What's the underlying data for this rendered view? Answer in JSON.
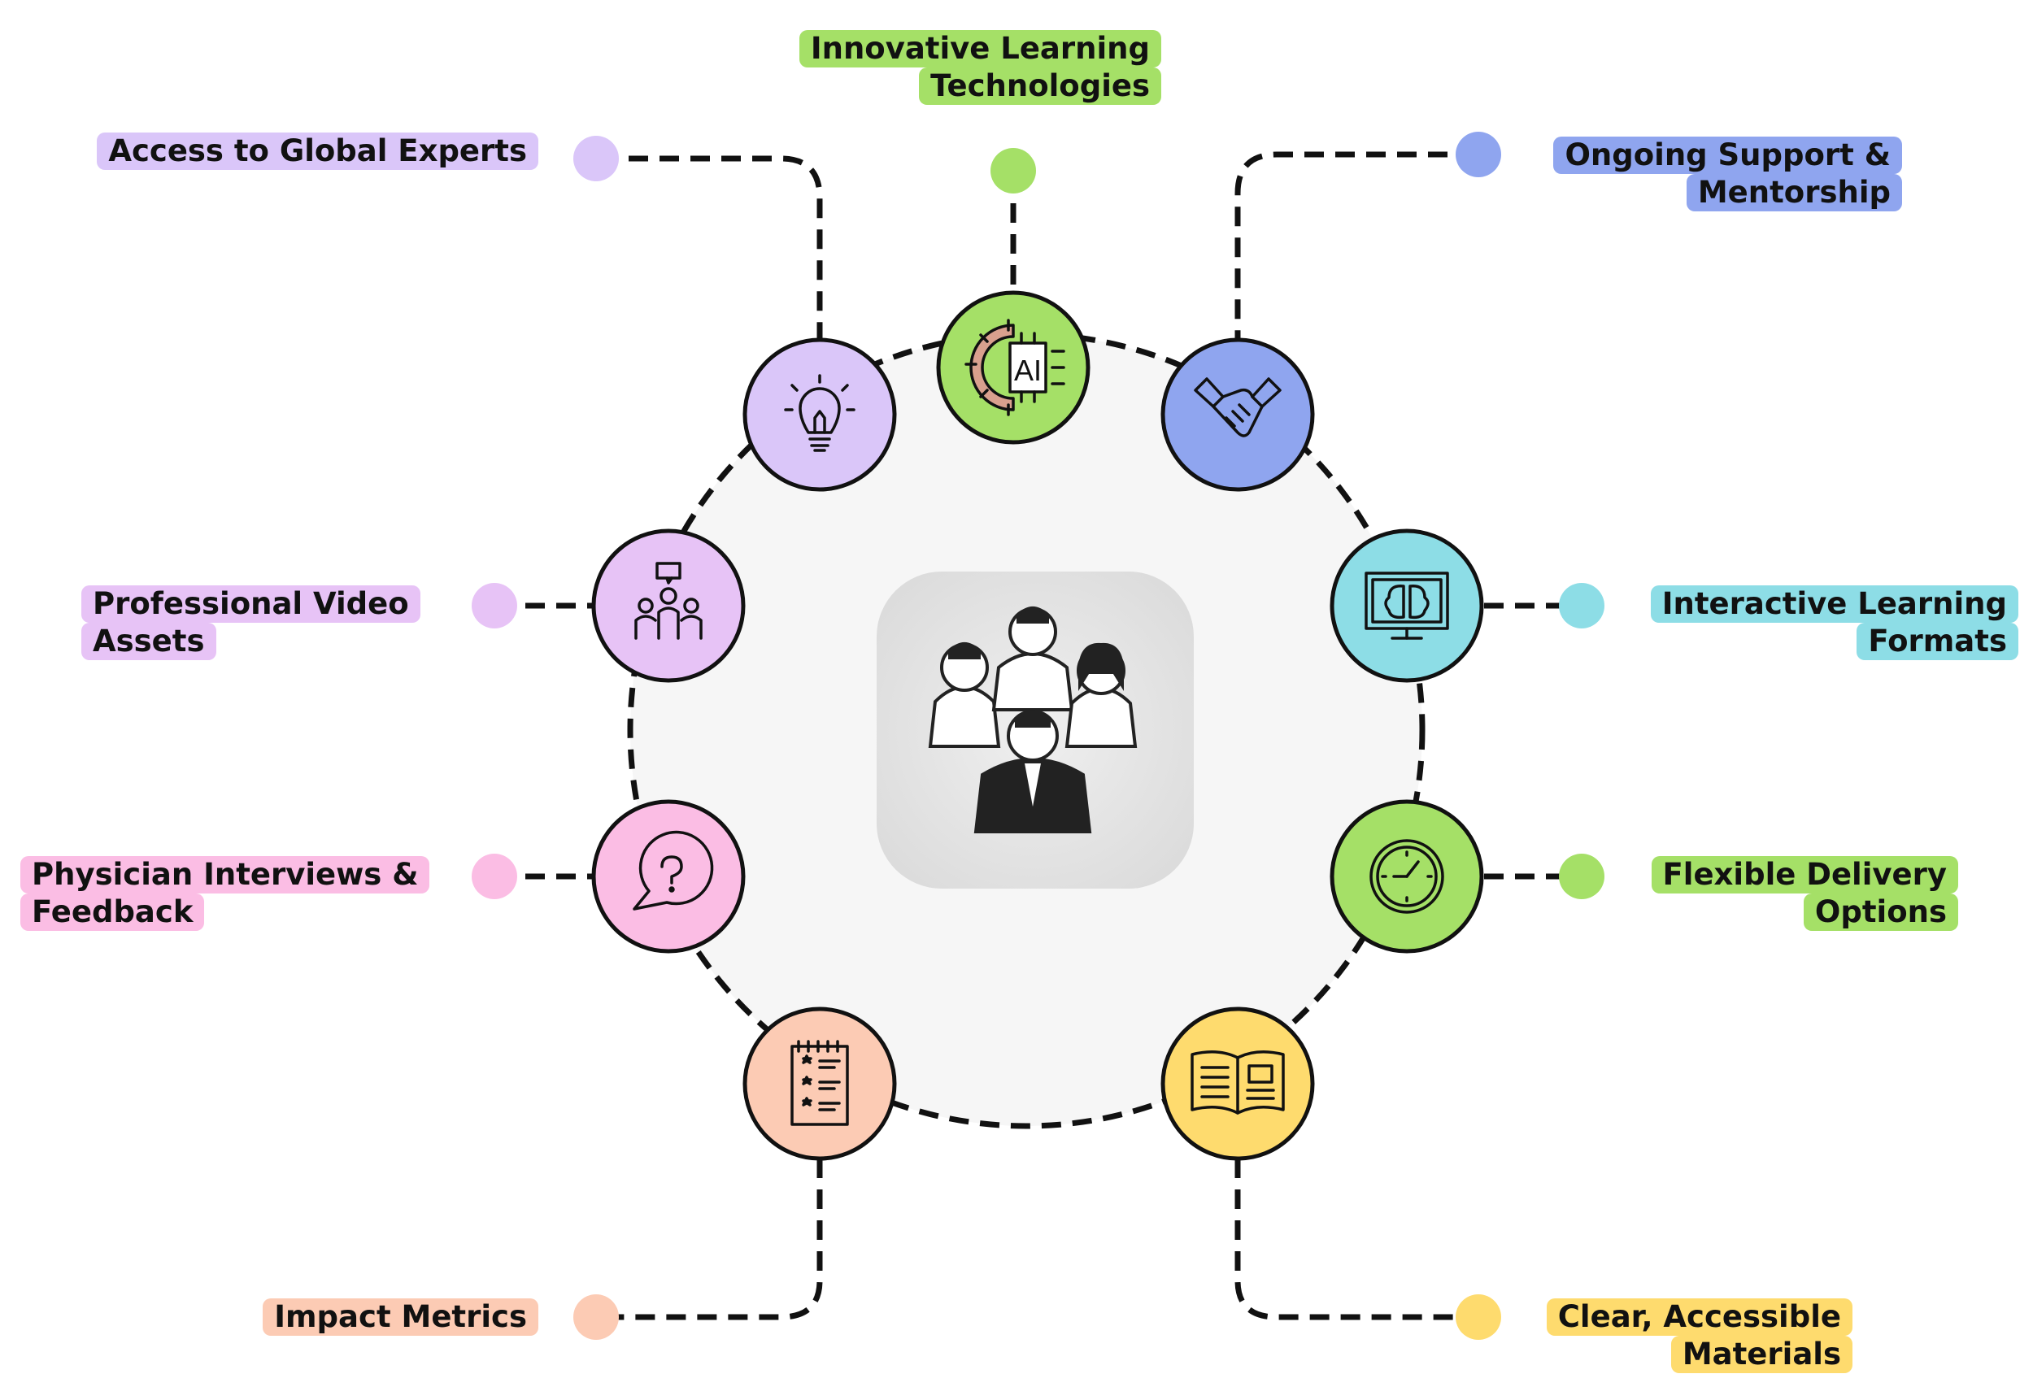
{
  "colors": {
    "purple_light": "#dac6f9",
    "green": "#a5e067",
    "blue": "#8fa5ef",
    "cyan": "#8ddde6",
    "lime": "#a5e067",
    "yellow": "#fedb6e",
    "peach": "#fccbb4",
    "pink": "#fbbde4",
    "violet": "#e7c3f6",
    "ring_fill": "#f6f6f6"
  },
  "center": {
    "icon": "medical-team-icon"
  },
  "nodes": [
    {
      "id": "access-to-global-experts",
      "label_lines": [
        "Access to Global Experts"
      ],
      "icon": "lightbulb-icon",
      "color": "#dac6f9"
    },
    {
      "id": "innovative-learning-technologies",
      "label_lines": [
        "Innovative Learning",
        "Technologies"
      ],
      "icon": "ai-chip-gear-icon",
      "color": "#a5e067"
    },
    {
      "id": "ongoing-support-mentorship",
      "label_lines": [
        "Ongoing Support &",
        "Mentorship"
      ],
      "icon": "handshake-icon",
      "color": "#8fa5ef"
    },
    {
      "id": "interactive-learning-formats",
      "label_lines": [
        "Interactive Learning",
        "Formats"
      ],
      "icon": "monitor-brain-icon",
      "color": "#8ddde6"
    },
    {
      "id": "flexible-delivery-options",
      "label_lines": [
        "Flexible Delivery",
        "Options"
      ],
      "icon": "clock-icon",
      "color": "#a5e067"
    },
    {
      "id": "clear-accessible-materials",
      "label_lines": [
        "Clear, Accessible",
        "Materials"
      ],
      "icon": "open-book-icon",
      "color": "#fedb6e"
    },
    {
      "id": "impact-metrics",
      "label_lines": [
        "Impact Metrics"
      ],
      "icon": "rating-checklist-icon",
      "color": "#fccbb4"
    },
    {
      "id": "physician-interviews-feedback",
      "label_lines": [
        "Physician Interviews &",
        "Feedback"
      ],
      "icon": "question-speech-bubble-icon",
      "color": "#fbbde4"
    },
    {
      "id": "professional-video-assets",
      "label_lines": [
        "Professional Video",
        "Assets"
      ],
      "icon": "group-presentation-icon",
      "color": "#e7c3f6"
    }
  ]
}
